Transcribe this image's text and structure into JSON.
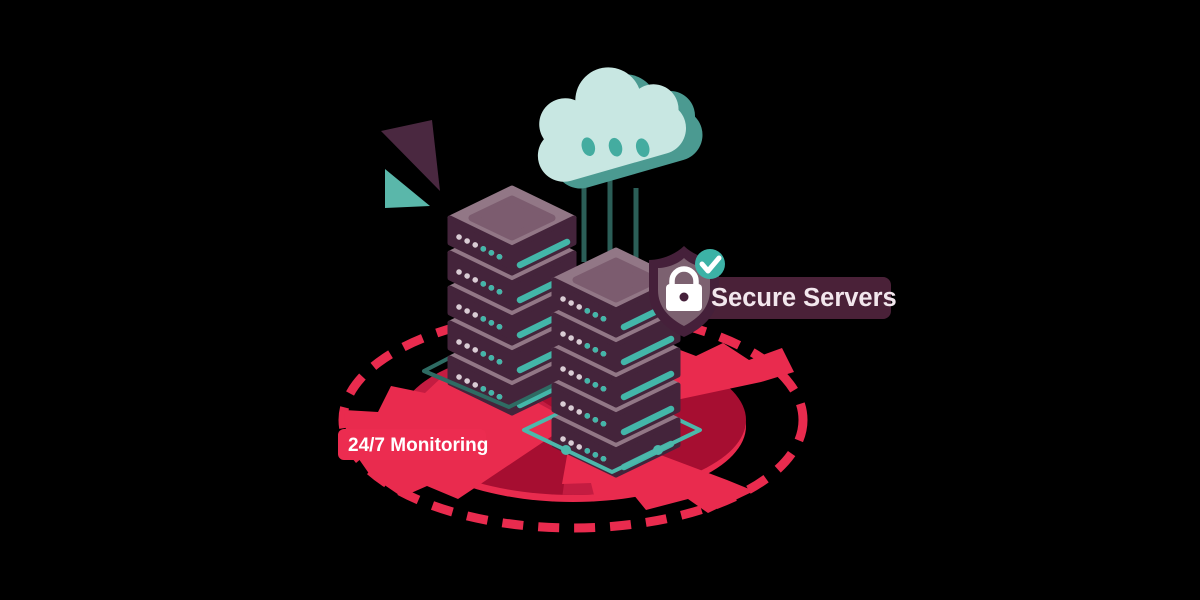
{
  "scene": {
    "description": "Isometric illustration of two secure server towers under a cloud, surrounded by a 24/7 monitoring radar ring",
    "badges": {
      "secure_servers": "Secure Servers",
      "monitoring": "24/7 Monitoring"
    },
    "icons": {
      "cloud": "cloud-icon",
      "shield": "shield-icon",
      "lock": "lock-icon",
      "check_badge": "check-badge-icon",
      "server_left": "server-tower-left",
      "server_right": "server-tower-right",
      "radar_ring": "radar-dashed-ring",
      "radar_sweep": "radar-sweep-blades",
      "logo": "logo-mark"
    },
    "colors": {
      "background": "#000000",
      "bright_red": "#e92b4e",
      "deep_red": "#a60e31",
      "mid_red": "#c41c41",
      "monitoring_badge_bg": "#ec2c50",
      "secure_badge_bg": "#4a2138",
      "maroon": "#45203a",
      "slab_top": "#927786",
      "slab_face": "#44243b",
      "dot_light": "#d9ccd4",
      "teal": "#43b6a9",
      "teal_dark": "#2e6b63",
      "cloud_light": "#c8e7e2",
      "cloud_shade": "#4b9a91",
      "shield_inner": "#7c6170",
      "label_text": "#f2e7ed",
      "white": "#ffffff"
    }
  }
}
